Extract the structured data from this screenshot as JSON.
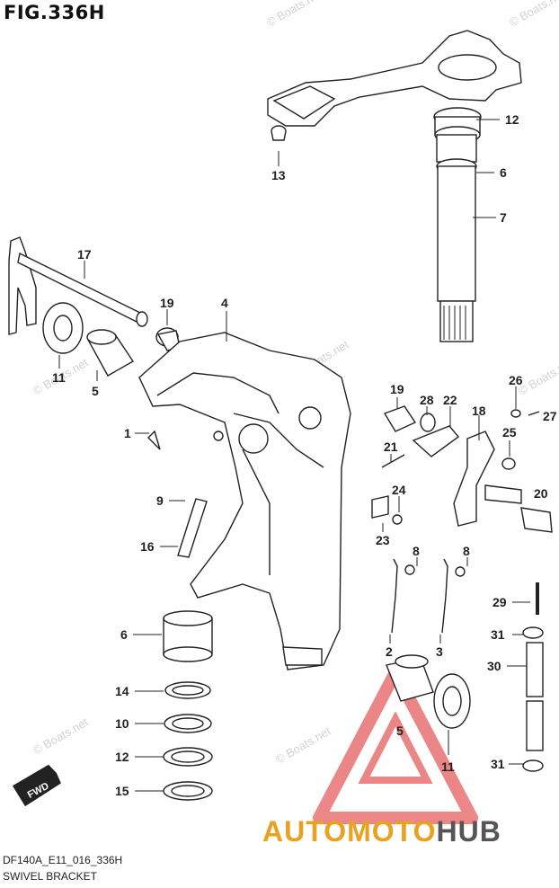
{
  "figure": {
    "title": "FIG.336H",
    "code": "DF140A_E11_016_336H",
    "name": "SWIVEL BRACKET"
  },
  "watermark": {
    "text": "© Boats.net"
  },
  "direction_badge": {
    "text": "FWD"
  },
  "brand": {
    "part1": "AUTOMOTO",
    "part2": "HUB",
    "color1": "#e8a21f",
    "color2": "#555555",
    "triangle_color": "#e87272"
  },
  "callouts": [
    "12",
    "13",
    "6",
    "7",
    "17",
    "19",
    "4",
    "11",
    "5",
    "1",
    "19",
    "28",
    "22",
    "26",
    "27",
    "18",
    "25",
    "21",
    "20",
    "24",
    "9",
    "23",
    "16",
    "8",
    "8",
    "6",
    "29",
    "2",
    "3",
    "31",
    "14",
    "30",
    "10",
    "5",
    "12",
    "11",
    "15",
    "31"
  ]
}
